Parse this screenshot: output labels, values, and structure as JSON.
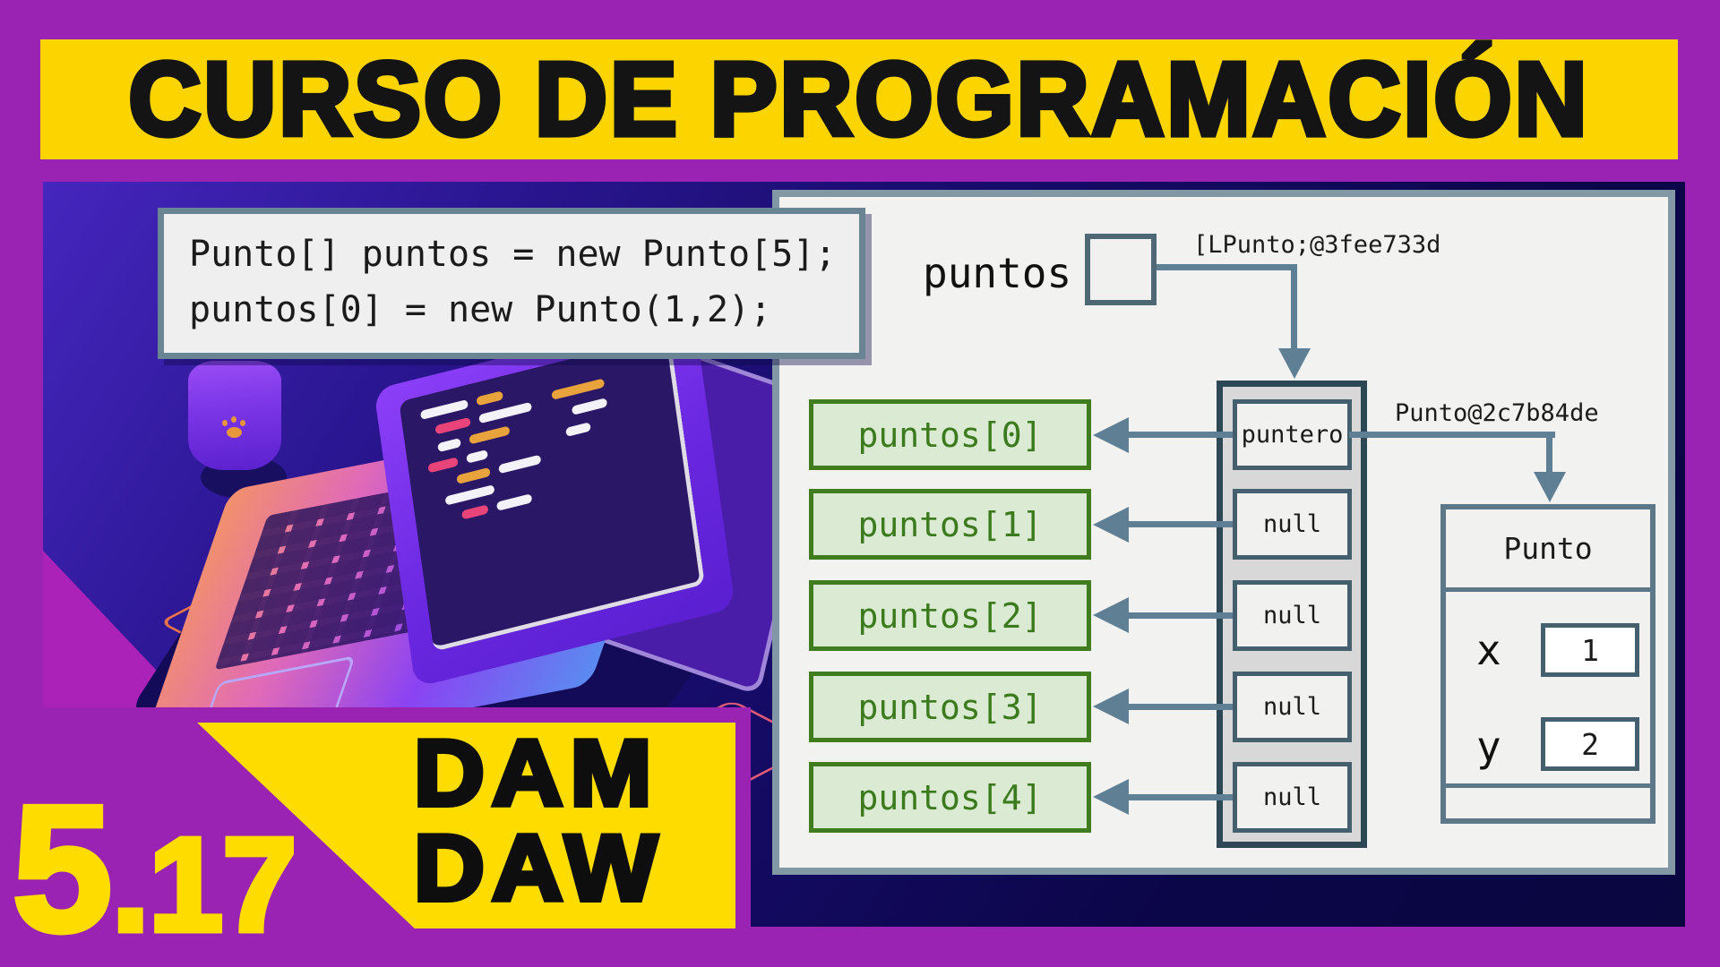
{
  "banner": {
    "title": "CURSO DE PROGRAMACIÓN"
  },
  "episode": {
    "number_big": "5",
    "number_small": ".17",
    "badge_line1": "DAM",
    "badge_line2": "DAW"
  },
  "code": {
    "line1": "Punto[] puntos = new Punto[5];",
    "line2": "puntos[0] = new Punto(1,2);"
  },
  "diagram": {
    "variable_label": "puntos",
    "array_ref": "[LPunto;@3fee733d",
    "object_ref": "Punto@2c7b84de",
    "slots": [
      {
        "label": "puntos[0]",
        "cell": "puntero"
      },
      {
        "label": "puntos[1]",
        "cell": "null"
      },
      {
        "label": "puntos[2]",
        "cell": "null"
      },
      {
        "label": "puntos[3]",
        "cell": "null"
      },
      {
        "label": "puntos[4]",
        "cell": "null"
      }
    ],
    "object": {
      "class_name": "Punto",
      "fields": [
        {
          "name": "x",
          "value": "1"
        },
        {
          "name": "y",
          "value": "2"
        }
      ]
    }
  },
  "colors": {
    "frame_purple": "#9A23B4",
    "banner_yellow": "#FCD500",
    "badge_yellow": "#FFDC00",
    "backdrop_navy": "#0A0640",
    "panel_border_slate": "#8398A5",
    "box_border_slate": "#5C7888",
    "arrow_slate": "#5F7F94",
    "array_border": "#2E4754",
    "green_border": "#3F7D1E",
    "green_fill": "#DBEBD3",
    "green_text": "#3C7A1E"
  }
}
